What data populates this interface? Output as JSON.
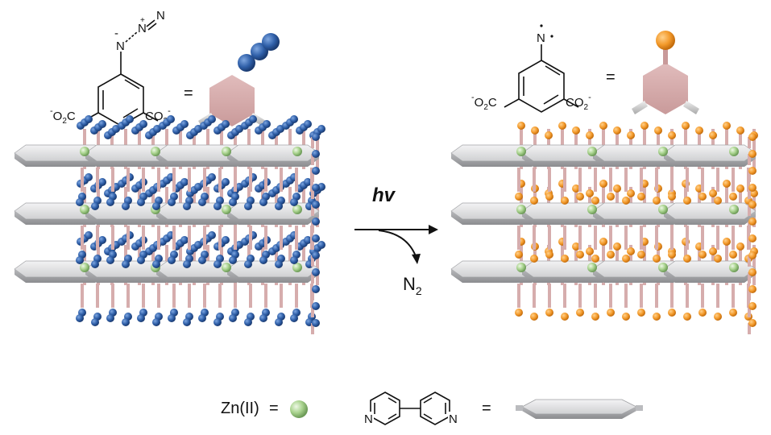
{
  "reaction": {
    "condition_label": "hv",
    "byproduct": {
      "main": "N",
      "subscript": "2"
    }
  },
  "reactant_ligand": {
    "carboxylate_left": {
      "prefix_charge": "-",
      "main": "O",
      "sub": "2",
      "tail": "C"
    },
    "carboxylate_right": {
      "main": "CO",
      "sub": "2",
      "charge": "-"
    },
    "azide_atoms": [
      "N",
      "N",
      "N"
    ],
    "azide_charges": [
      "-",
      "+"
    ],
    "equals": "="
  },
  "product_ligand": {
    "carboxylate_left": {
      "prefix_charge": "-",
      "main": "O",
      "sub": "2",
      "tail": "C"
    },
    "carboxylate_right": {
      "main": "CO",
      "sub": "2",
      "charge": "-"
    },
    "nitrene_atom": "N",
    "equals": "="
  },
  "legend": {
    "zn_label": "Zn(II)",
    "equals": "=",
    "bipyridine_atoms": [
      "N",
      "N"
    ],
    "bipyridine_equals": "="
  },
  "colors": {
    "azide_blue": "#2f5fa8",
    "nitrene_orange": "#f39a2b",
    "linker_pink": "#d6adad",
    "paddlewheel_green": "#bcd9a6",
    "pillar_gray": "#d4d5d7"
  }
}
